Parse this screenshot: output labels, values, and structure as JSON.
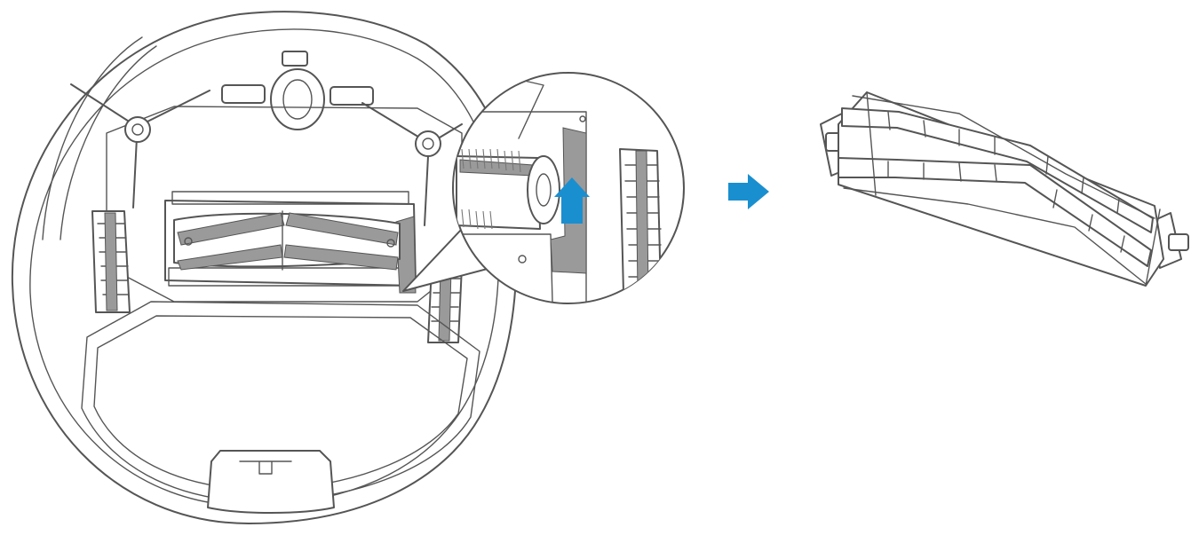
{
  "figure": {
    "colors": {
      "line": "#555555",
      "accent": "#1a8fd0",
      "shade": "#9a9a9a",
      "background": "#ffffff"
    },
    "icons": [
      "robot-vacuum-underside",
      "zoom-detail-view",
      "lift-up-arrow-icon",
      "next-step-arrow-icon",
      "main-roller-brush"
    ]
  }
}
